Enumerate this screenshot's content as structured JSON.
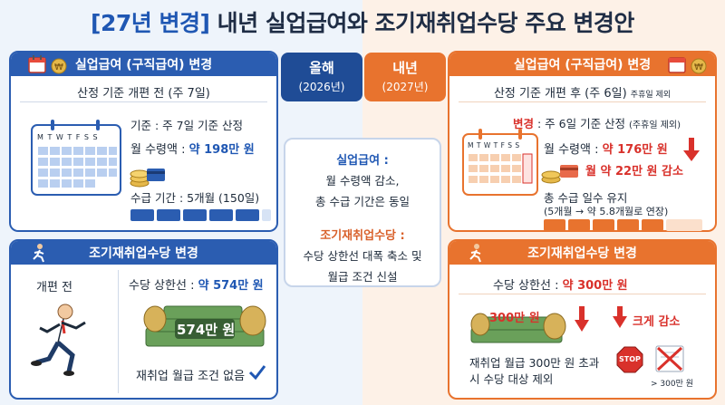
{
  "title": {
    "highlight": "[27년 변경]",
    "rest": " 내년 실업급여와 조기재취업수당 주요 변경안"
  },
  "badges": {
    "current": {
      "label": "올해",
      "year": "(2026년)"
    },
    "next": {
      "label": "내년",
      "year": "(2027년)"
    }
  },
  "left_top": {
    "header": "실업급여 (구직급여) 변경",
    "subtitle": "산정 기준 개편 전 (주 7일)",
    "basis_label": "기준 : 주 7일 기준 산정",
    "monthly_label": "월 수령액 : ",
    "monthly_value": "약 198만 원",
    "period": "수급 기간 : 5개월 (150일)",
    "calendar_days": "M T W T F S S"
  },
  "left_bottom": {
    "header": "조기재취업수당 변경",
    "before": "개편 전",
    "cap_label": "수당 상한선 : ",
    "cap_value": "약 574만 원",
    "money_label": "574만 원",
    "no_condition": "재취업 월급 조건 없음"
  },
  "center": {
    "h1": "실업급여 :",
    "p1a": "월 수령액 감소,",
    "p1b": "총 수급 기간은 동일",
    "h2": "조기재취업수당 :",
    "p2a": "수당 상한선 대폭 축소 및",
    "p2b": "월급 조건 신설"
  },
  "right_top": {
    "header": "실업급여 (구직급여) 변경",
    "subtitle": "산정 기준 개편 후 (주 6일)",
    "subtitle_note": "주휴일 제외",
    "change_label": "변경",
    "change_text": " : 주 6일 기준 산정 ",
    "change_note": "(주휴일 제외)",
    "monthly_label": "월 수령액 : ",
    "monthly_value": "약 176만 원",
    "decrease": "월 약 22만 원 감소",
    "keep": "총 수급 일수 유지",
    "extend": "(5개월 → 약 5.8개월로 연장)",
    "calendar_days": "M T W T F S S"
  },
  "right_bottom": {
    "header": "조기재취업수당 변경",
    "cap_label": "수당 상한선 : ",
    "cap_value": "약 300만 원",
    "money_label": "300만 원",
    "big_decrease": "크게 감소",
    "cond1": "재취업 월급 300만 원 초과",
    "cond2": "시 수당 대상 제외",
    "stop": "STOP",
    "over": "> 300만 원"
  },
  "colors": {
    "blue": "#2b5db1",
    "orange": "#e8732e",
    "red": "#d9312b"
  }
}
